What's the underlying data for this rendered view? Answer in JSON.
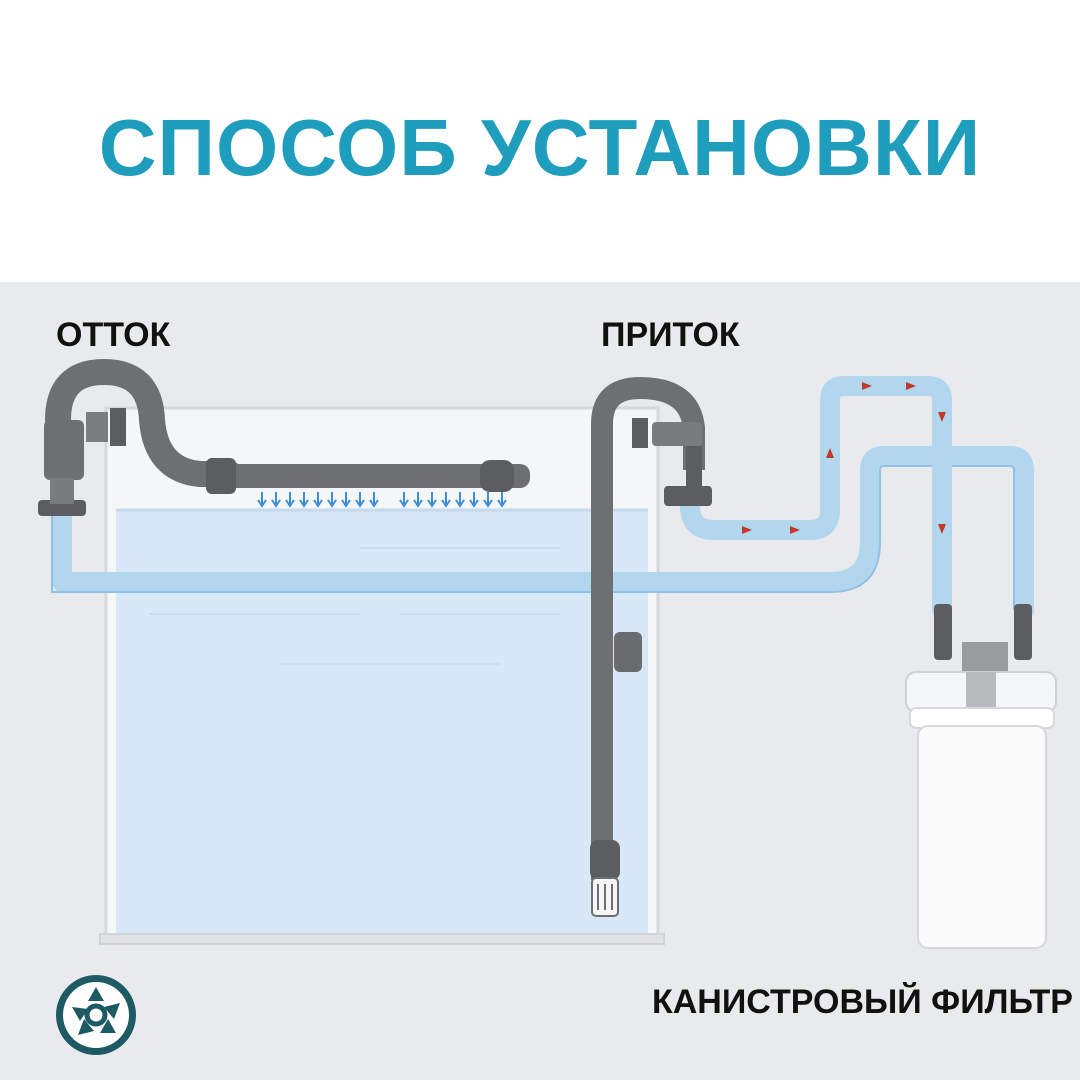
{
  "title": "СПОСОБ УСТАНОВКИ",
  "labels": {
    "outflow": "ОТТОК",
    "inflow": "ПРИТОК",
    "canister_filter": "КАНИСТРОВЫЙ ФИЛЬТР"
  },
  "colors": {
    "title": "#1f9dbd",
    "background_panel": "#e9eaec",
    "water": "#d6e8f6",
    "hose": "#b5d8f0",
    "pipe": "#6e6f72",
    "flow_arrow": "#c0392b",
    "spray": "#3f8fd6",
    "logo": "#1d5a63"
  },
  "icons": [
    "logo-gear-icon",
    "flow-arrow-icon",
    "spray-drop-icon"
  ]
}
